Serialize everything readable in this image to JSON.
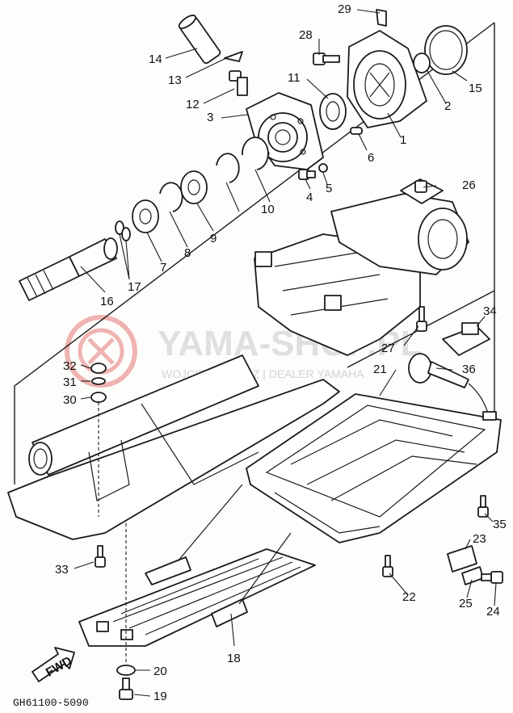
{
  "diagram": {
    "drawing_code": "GH61100-5090",
    "direction_label": "FWD",
    "watermark": {
      "brand": "YAMA-SHOP.PL",
      "dealer": "WOJCIECHOWICZ | DEALER YAMAHA",
      "logo_color": "#e05a5a"
    },
    "callouts": [
      "1",
      "2",
      "3",
      "4",
      "5",
      "6",
      "7",
      "8",
      "9",
      "10",
      "11",
      "12",
      "13",
      "14",
      "15",
      "16",
      "17",
      "18",
      "19",
      "20",
      "21",
      "22",
      "23",
      "24",
      "25",
      "26",
      "27",
      "28",
      "29",
      "30",
      "31",
      "32",
      "33",
      "34",
      "35",
      "36"
    ]
  }
}
